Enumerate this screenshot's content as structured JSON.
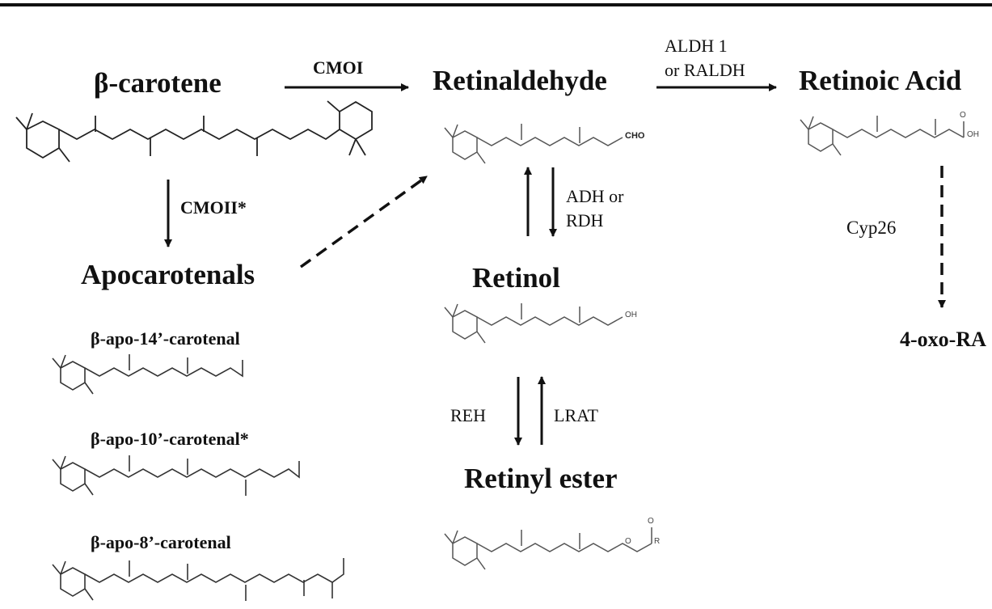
{
  "compounds": {
    "beta_carotene": "β-carotene",
    "retinaldehyde": "Retinaldehyde",
    "retinoic_acid": "Retinoic Acid",
    "apocarotenals": "Apocarotenals",
    "retinol": "Retinol",
    "retinyl_ester": "Retinyl ester",
    "oxo_ra": "4-oxo-RA",
    "apo14": "β-apo-14’-carotenal",
    "apo10": "β-apo-10’-carotenal*",
    "apo8": "β-apo-8’-carotenal"
  },
  "enzymes": {
    "cmoi": "CMOI",
    "cmoii": "CMOII*",
    "aldh_line1": "ALDH 1",
    "aldh_line2": "or RALDH",
    "adh_line1": "ADH or",
    "adh_line2": "RDH",
    "reh": "REH",
    "lrat": "LRAT",
    "cyp26": "Cyp26"
  },
  "groups": {
    "cho": "CHO",
    "oh": "OH",
    "o": "O",
    "r": "R",
    "acid_oh": "OH",
    "acid_o": "O"
  }
}
